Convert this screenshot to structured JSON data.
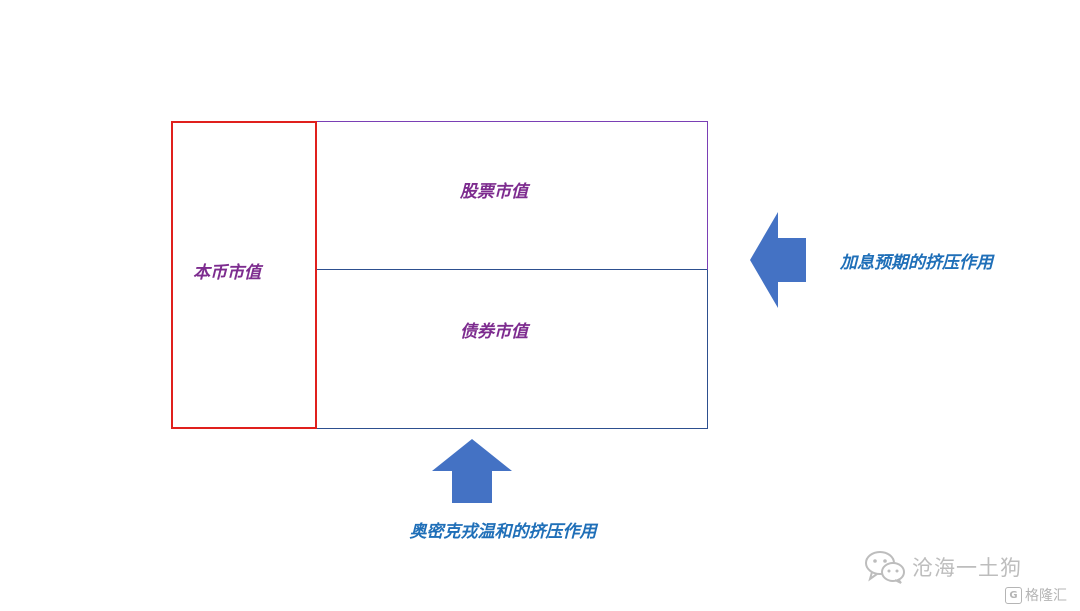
{
  "diagram": {
    "boxes": {
      "local_currency": "本币市值",
      "stocks": "股票市值",
      "bonds": "债券市值"
    },
    "forces": {
      "rate_hike": "加息预期的挤压作用",
      "omicron": "奥密克戎温和的挤压作用"
    },
    "colors": {
      "local_border": "#e0201d",
      "stock_border": "#7a3fb5",
      "bond_border": "#2d4f8f",
      "box_text": "#7d2c8f",
      "force_text": "#1f6fb8",
      "arrow_fill": "#4472c4"
    }
  },
  "watermark": {
    "icon": "wechat-icon",
    "name": "沧海一土狗",
    "brand_logo": "G",
    "brand": "格隆汇"
  }
}
